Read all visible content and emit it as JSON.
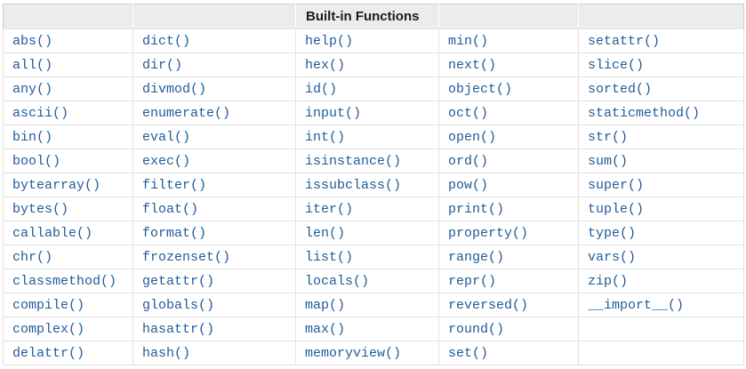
{
  "table": {
    "title": "Built-in Functions",
    "colors": {
      "link_blue": "#205c9b",
      "header_background": "#ececec",
      "cell_border": "#e2e2e2",
      "outer_border": "#cfcfcf",
      "header_text": "#1a1a1a",
      "page_background": "#ffffff"
    },
    "column_count": 5,
    "rows": [
      [
        "abs()",
        "dict()",
        "help()",
        "min()",
        "setattr()"
      ],
      [
        "all()",
        "dir()",
        "hex()",
        "next()",
        "slice()"
      ],
      [
        "any()",
        "divmod()",
        "id()",
        "object()",
        "sorted()"
      ],
      [
        "ascii()",
        "enumerate()",
        "input()",
        "oct()",
        "staticmethod()"
      ],
      [
        "bin()",
        "eval()",
        "int()",
        "open()",
        "str()"
      ],
      [
        "bool()",
        "exec()",
        "isinstance()",
        "ord()",
        "sum()"
      ],
      [
        "bytearray()",
        "filter()",
        "issubclass()",
        "pow()",
        "super()"
      ],
      [
        "bytes()",
        "float()",
        "iter()",
        "print()",
        "tuple()"
      ],
      [
        "callable()",
        "format()",
        "len()",
        "property()",
        "type()"
      ],
      [
        "chr()",
        "frozenset()",
        "list()",
        "range()",
        "vars()"
      ],
      [
        "classmethod()",
        "getattr()",
        "locals()",
        "repr()",
        "zip()"
      ],
      [
        "compile()",
        "globals()",
        "map()",
        "reversed()",
        "__import__()"
      ],
      [
        "complex()",
        "hasattr()",
        "max()",
        "round()",
        ""
      ],
      [
        "delattr()",
        "hash()",
        "memoryview()",
        "set()",
        ""
      ]
    ]
  }
}
